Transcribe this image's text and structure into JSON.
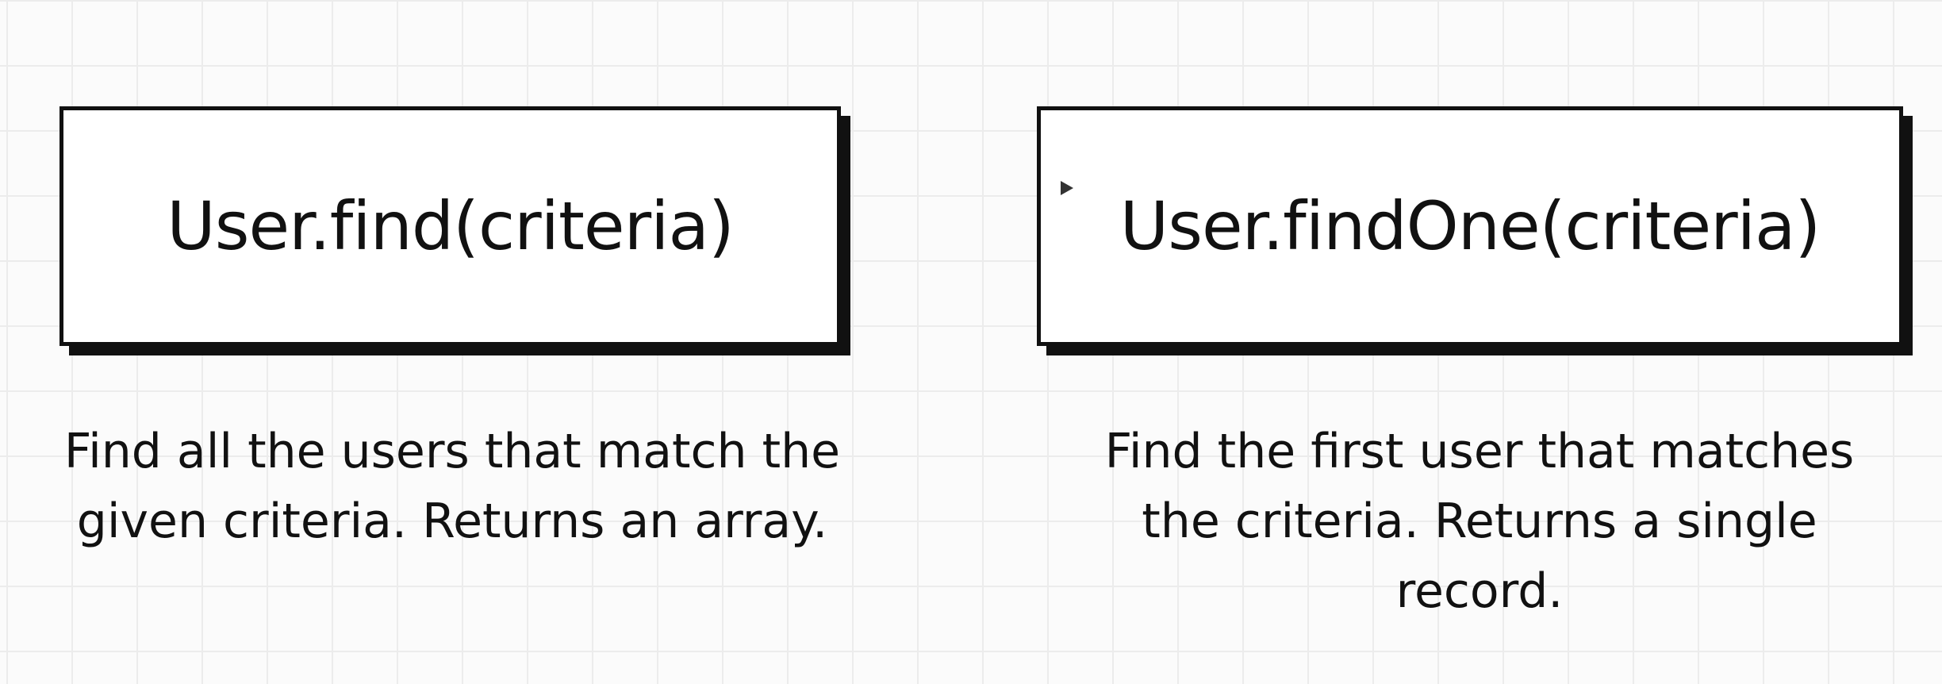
{
  "diagram": {
    "boxes": [
      {
        "label": "User.find(criteria)"
      },
      {
        "label": "User.findOne(criteria)"
      }
    ],
    "descriptions": [
      {
        "lines": [
          "Find all the users that match the",
          "given criteria.  Returns an array."
        ]
      },
      {
        "lines": [
          "Find the first user that matches",
          "the criteria.  Returns a single",
          "record."
        ]
      }
    ]
  },
  "icons": {
    "cursor": "mouse-pointer-icon"
  }
}
